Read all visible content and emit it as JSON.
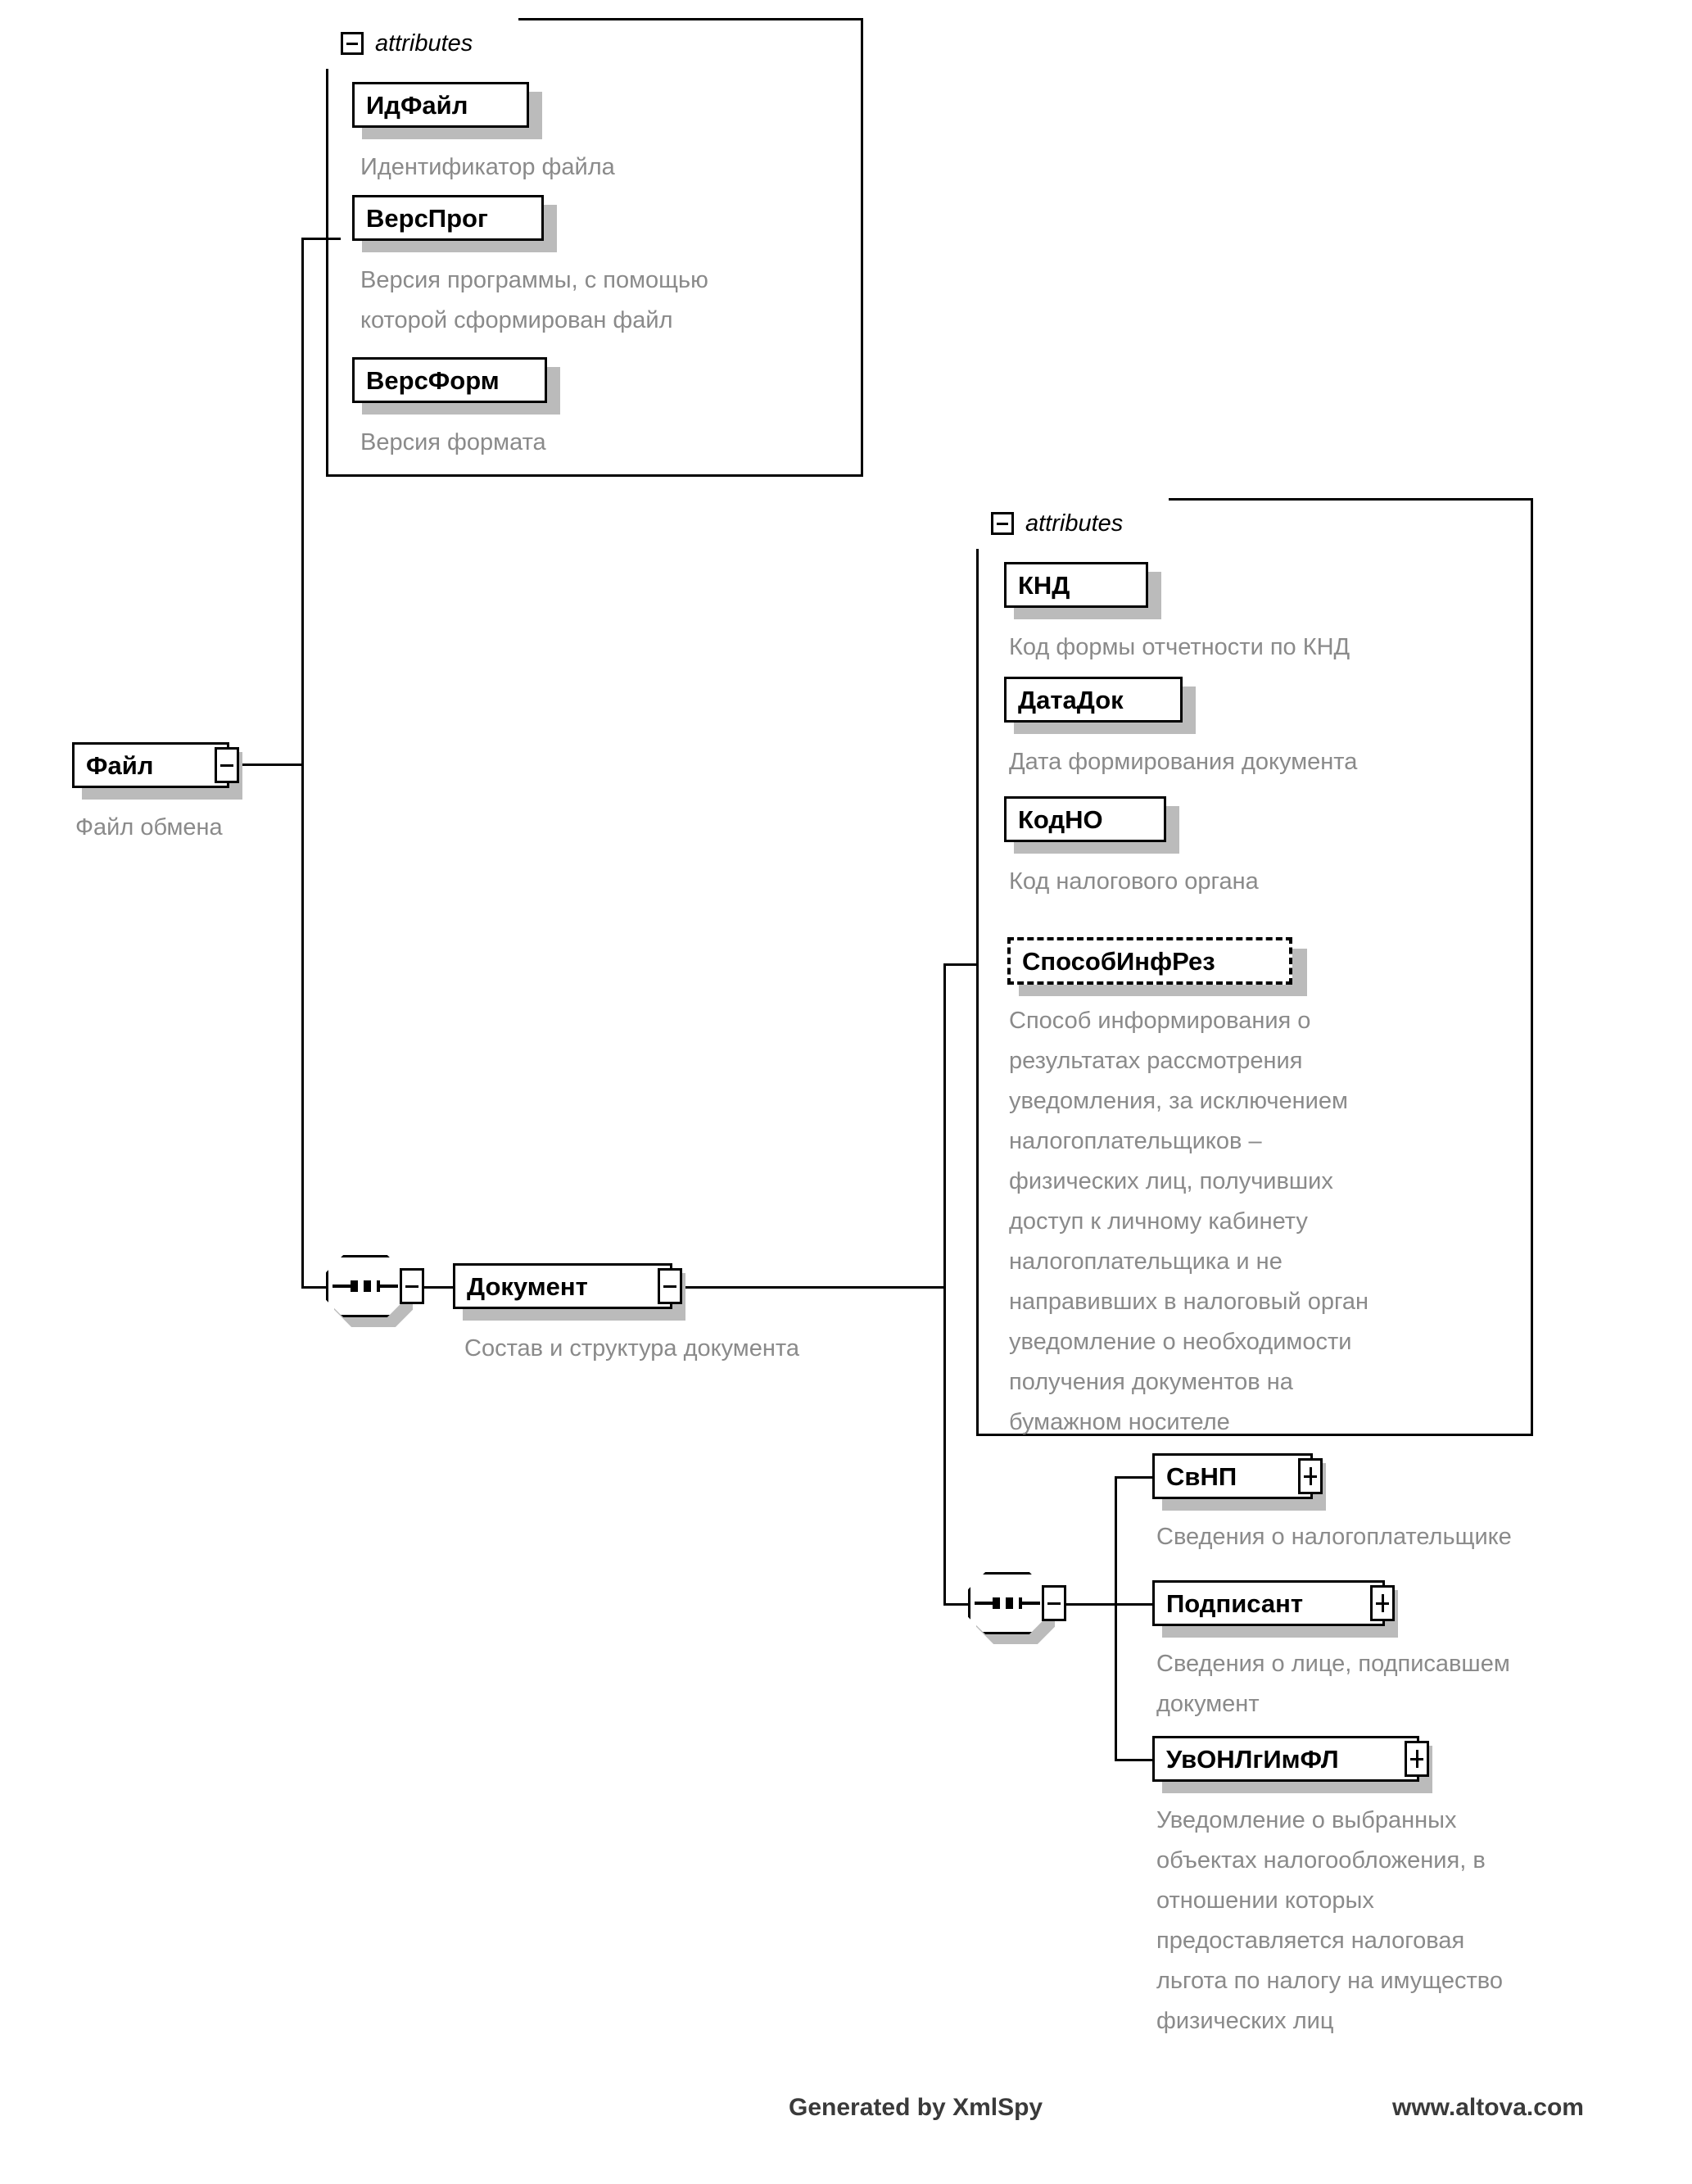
{
  "diagram": {
    "type": "xml-schema-diagram",
    "root": {
      "name": "Файл",
      "doc": "Файл обмена",
      "toggle": "minus"
    },
    "file_attributes": {
      "header_label": "attributes",
      "toggle": "minus",
      "items": [
        {
          "name": "ИдФайл",
          "doc": "Идентификатор файла",
          "optional": false
        },
        {
          "name": "ВерсПрог",
          "doc": "Версия программы, с помощью\nкоторой сформирован файл",
          "optional": false
        },
        {
          "name": "ВерсФорм",
          "doc": "Версия формата",
          "optional": false
        }
      ]
    },
    "document": {
      "name": "Документ",
      "doc": "Состав и структура документа",
      "toggle": "minus",
      "compositor": "sequence"
    },
    "document_attributes": {
      "header_label": "attributes",
      "toggle": "minus",
      "items": [
        {
          "name": "КНД",
          "doc": "Код формы отчетности по КНД",
          "optional": false
        },
        {
          "name": "ДатаДок",
          "doc": "Дата формирования документа",
          "optional": false
        },
        {
          "name": "КодНО",
          "doc": "Код налогового органа",
          "optional": false
        },
        {
          "name": "СпособИнфРез",
          "doc": "Способ информирования о\nрезультатах рассмотрения\nуведомления, за исключением\nналогоплательщиков –\nфизических лиц, получивших\nдоступ к личному кабинету\nналогоплательщика и не\nнаправивших в налоговый орган\nуведомление о необходимости\nполучения документов на\nбумажном носителе",
          "optional": true
        }
      ]
    },
    "document_children": {
      "compositor": "sequence",
      "items": [
        {
          "name": "СвНП",
          "doc": "Сведения о налогоплательщике",
          "toggle": "plus"
        },
        {
          "name": "Подписант",
          "doc": "Сведения о лице, подписавшем\nдокумент",
          "toggle": "plus"
        },
        {
          "name": "УвОНЛгИмФЛ",
          "doc": "Уведомление о выбранных\nобъектах налогообложения, в\nотношении которых\nпредоставляется налоговая\nльгота по налогу на имущество\nфизических лиц",
          "toggle": "plus"
        }
      ]
    },
    "footer": {
      "generated_by": "Generated by XmlSpy",
      "website": "www.altova.com"
    },
    "colors": {
      "stroke": "#000000",
      "shadow": "#bbbbbb",
      "doc_text": "#8a8a8a",
      "background": "#ffffff"
    }
  }
}
